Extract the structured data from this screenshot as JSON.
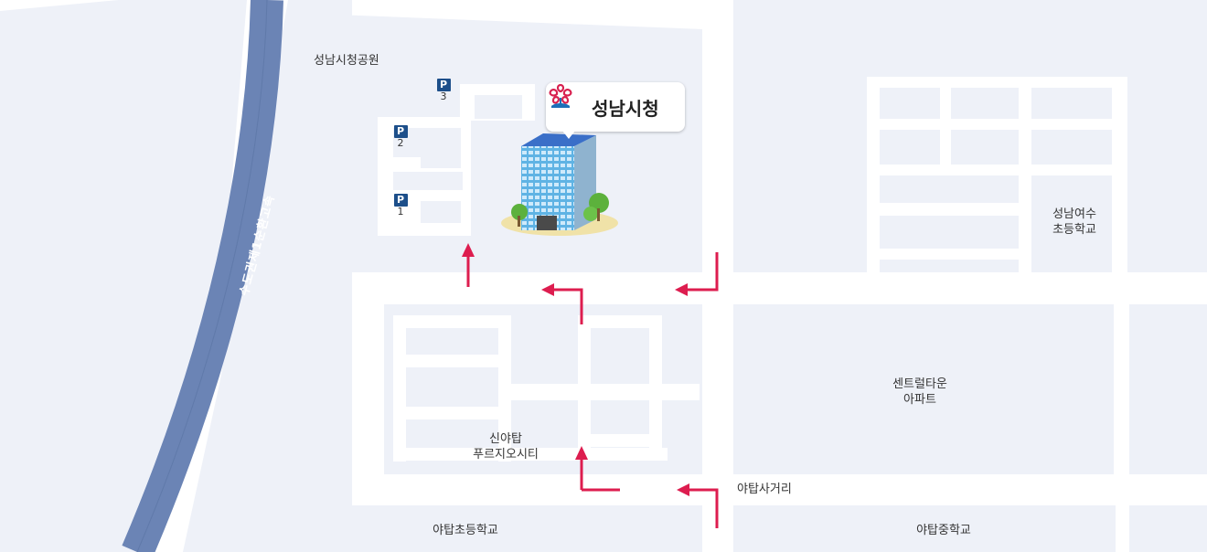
{
  "map": {
    "highway_label": "수도권제1순환고속",
    "city_hall": {
      "name": "성남시청"
    },
    "labels": {
      "park": "성남시청공원",
      "yeosu_school_line1": "성남여수",
      "yeosu_school_line2": "초등학교",
      "central_town_line1": "센트럴타운",
      "central_town_line2": "아파트",
      "shinyatap_line1": "신야탑",
      "shinyatap_line2": "푸르지오시티",
      "intersection": "야탑사거리",
      "elementary_school": "야탑초등학교",
      "middle_school": "야탑중학교"
    },
    "parking": [
      {
        "symbol": "P",
        "number": "3"
      },
      {
        "symbol": "P",
        "number": "2"
      },
      {
        "symbol": "P",
        "number": "1"
      }
    ],
    "colors": {
      "block": "#eef1f8",
      "road": "#ffffff",
      "highway": "#6b84b5",
      "arrow": "#dd1d4f",
      "parking": "#1d4f8a"
    }
  }
}
